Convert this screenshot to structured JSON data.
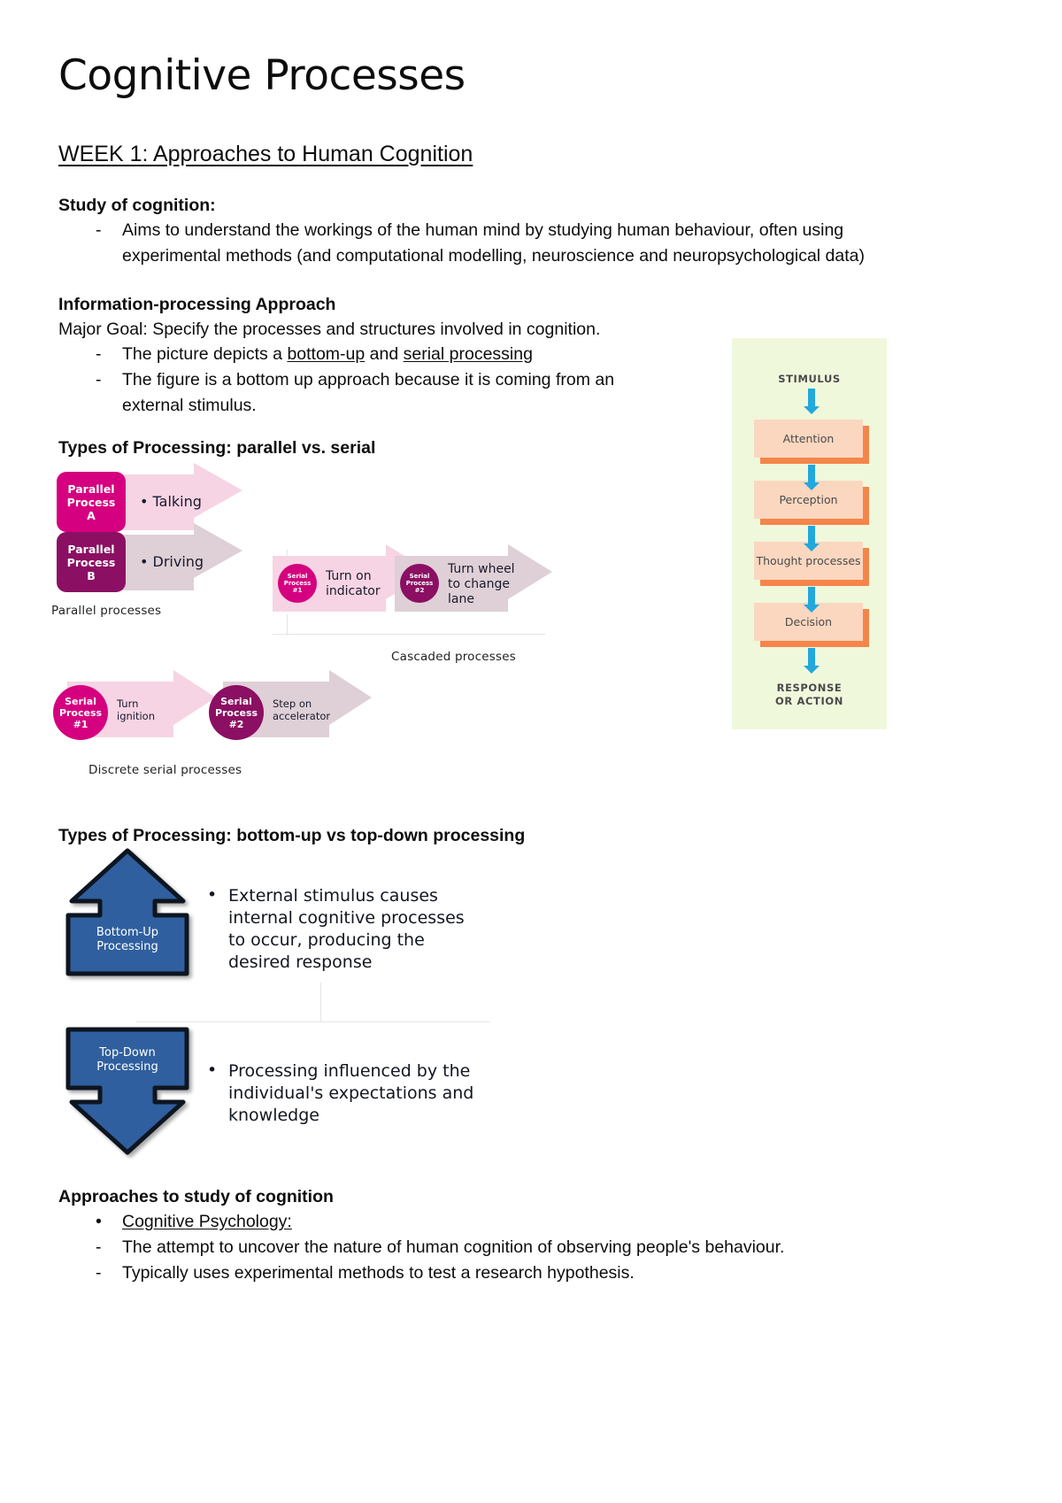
{
  "document": {
    "title": "Cognitive Processes",
    "week_heading": "WEEK 1: Approaches to Human Cognition "
  },
  "sections": {
    "study_of_cognition": {
      "heading": "Study of cognition:",
      "bullets": [
        "Aims to understand the workings of the human mind by studying human behaviour, often using experimental methods (and computational modelling, neuroscience and neuropsychological data)"
      ]
    },
    "information_processing": {
      "heading": "Information-processing Approach",
      "major_goal": "Major Goal: Specify the processes and structures involved in cognition.",
      "bullet_1_pre": "The picture depicts a ",
      "bullet_1_u1": "bottom-up",
      "bullet_1_mid": " and ",
      "bullet_1_u2": "serial processing",
      "bullet_2": "The figure is a bottom up approach because it is coming from an external stimulus."
    },
    "types_parallel_serial": {
      "heading": "Types of Processing: parallel vs. serial"
    },
    "types_bottomup_topdown": {
      "heading": "Types of Processing: bottom-up vs top-down processing"
    },
    "approaches": {
      "heading": "Approaches to study of cognition",
      "sub_bullet": "Cognitive Psychology:",
      "dashes": [
        "The attempt to uncover the nature of human cognition of observing people's behaviour.",
        "Typically uses experimental methods to test a research hypothesis."
      ]
    }
  },
  "ip_figure": {
    "top_label": "STIMULUS",
    "boxes": [
      "Attention",
      "Perception",
      "Thought processes",
      "Decision"
    ],
    "bottom_label_line1": "RESPONSE",
    "bottom_label_line2": "OR ACTION",
    "colors": {
      "panel_bg": "#f0f8dc",
      "box_fill": "#fbd7c0",
      "box_shadow": "#f5854a",
      "arrow": "#22a8dd",
      "text": "#4a4a4a"
    }
  },
  "parallel_figure": {
    "caption": "Parallel processes",
    "rows": [
      {
        "pill_line1": "Parallel",
        "pill_line2": "Process",
        "pill_line3": "A",
        "label": "• Talking",
        "pill_color": "#d5007f",
        "arrow_color": "#f6d4e3"
      },
      {
        "pill_line1": "Parallel",
        "pill_line2": "Process",
        "pill_line3": "B",
        "label": "• Driving",
        "pill_color": "#8b0f63",
        "arrow_color": "#ded0d6"
      }
    ]
  },
  "cascaded_figure": {
    "caption": "Cascaded processes",
    "steps": [
      {
        "circle_line1": "Serial",
        "circle_line2": "Process",
        "circle_line3": "#1",
        "label_line1": "Turn on",
        "label_line2": "indicator",
        "label_line3": "",
        "circle_color": "#d5007f",
        "arrow_color": "#f6d4e3"
      },
      {
        "circle_line1": "Serial",
        "circle_line2": "Process",
        "circle_line3": "#2",
        "label_line1": "Turn wheel",
        "label_line2": "to change",
        "label_line3": "lane",
        "circle_color": "#8b0f63",
        "arrow_color": "#ded0d6"
      }
    ]
  },
  "discrete_figure": {
    "caption": "Discrete serial processes",
    "steps": [
      {
        "circle_line1": "Serial",
        "circle_line2": "Process",
        "circle_line3": "#1",
        "label_line1": "Turn",
        "label_line2": "ignition",
        "circle_color": "#d5007f",
        "arrow_color": "#f6d4e3"
      },
      {
        "circle_line1": "Serial",
        "circle_line2": "Process",
        "circle_line3": "#2",
        "label_line1": "Step on",
        "label_line2": "accelerator",
        "circle_color": "#8b0f63",
        "arrow_color": "#ded0d6"
      }
    ]
  },
  "bottomup_figure": {
    "arrow_color": "#2f5f9e",
    "arrow_outline": "#0d1521",
    "items": [
      {
        "arrow_label_line1": "Bottom-Up",
        "arrow_label_line2": "Processing",
        "bullet_marker": "•",
        "text_line1": "External stimulus causes",
        "text_line2": "internal cognitive processes",
        "text_line3": "to occur, producing the",
        "text_line4": "desired response"
      },
      {
        "arrow_label_line1": "Top-Down",
        "arrow_label_line2": "Processing",
        "bullet_marker": "•",
        "text_line1": "Processing influenced by the",
        "text_line2": "individual's expectations and",
        "text_line3": "knowledge",
        "text_line4": ""
      }
    ]
  }
}
